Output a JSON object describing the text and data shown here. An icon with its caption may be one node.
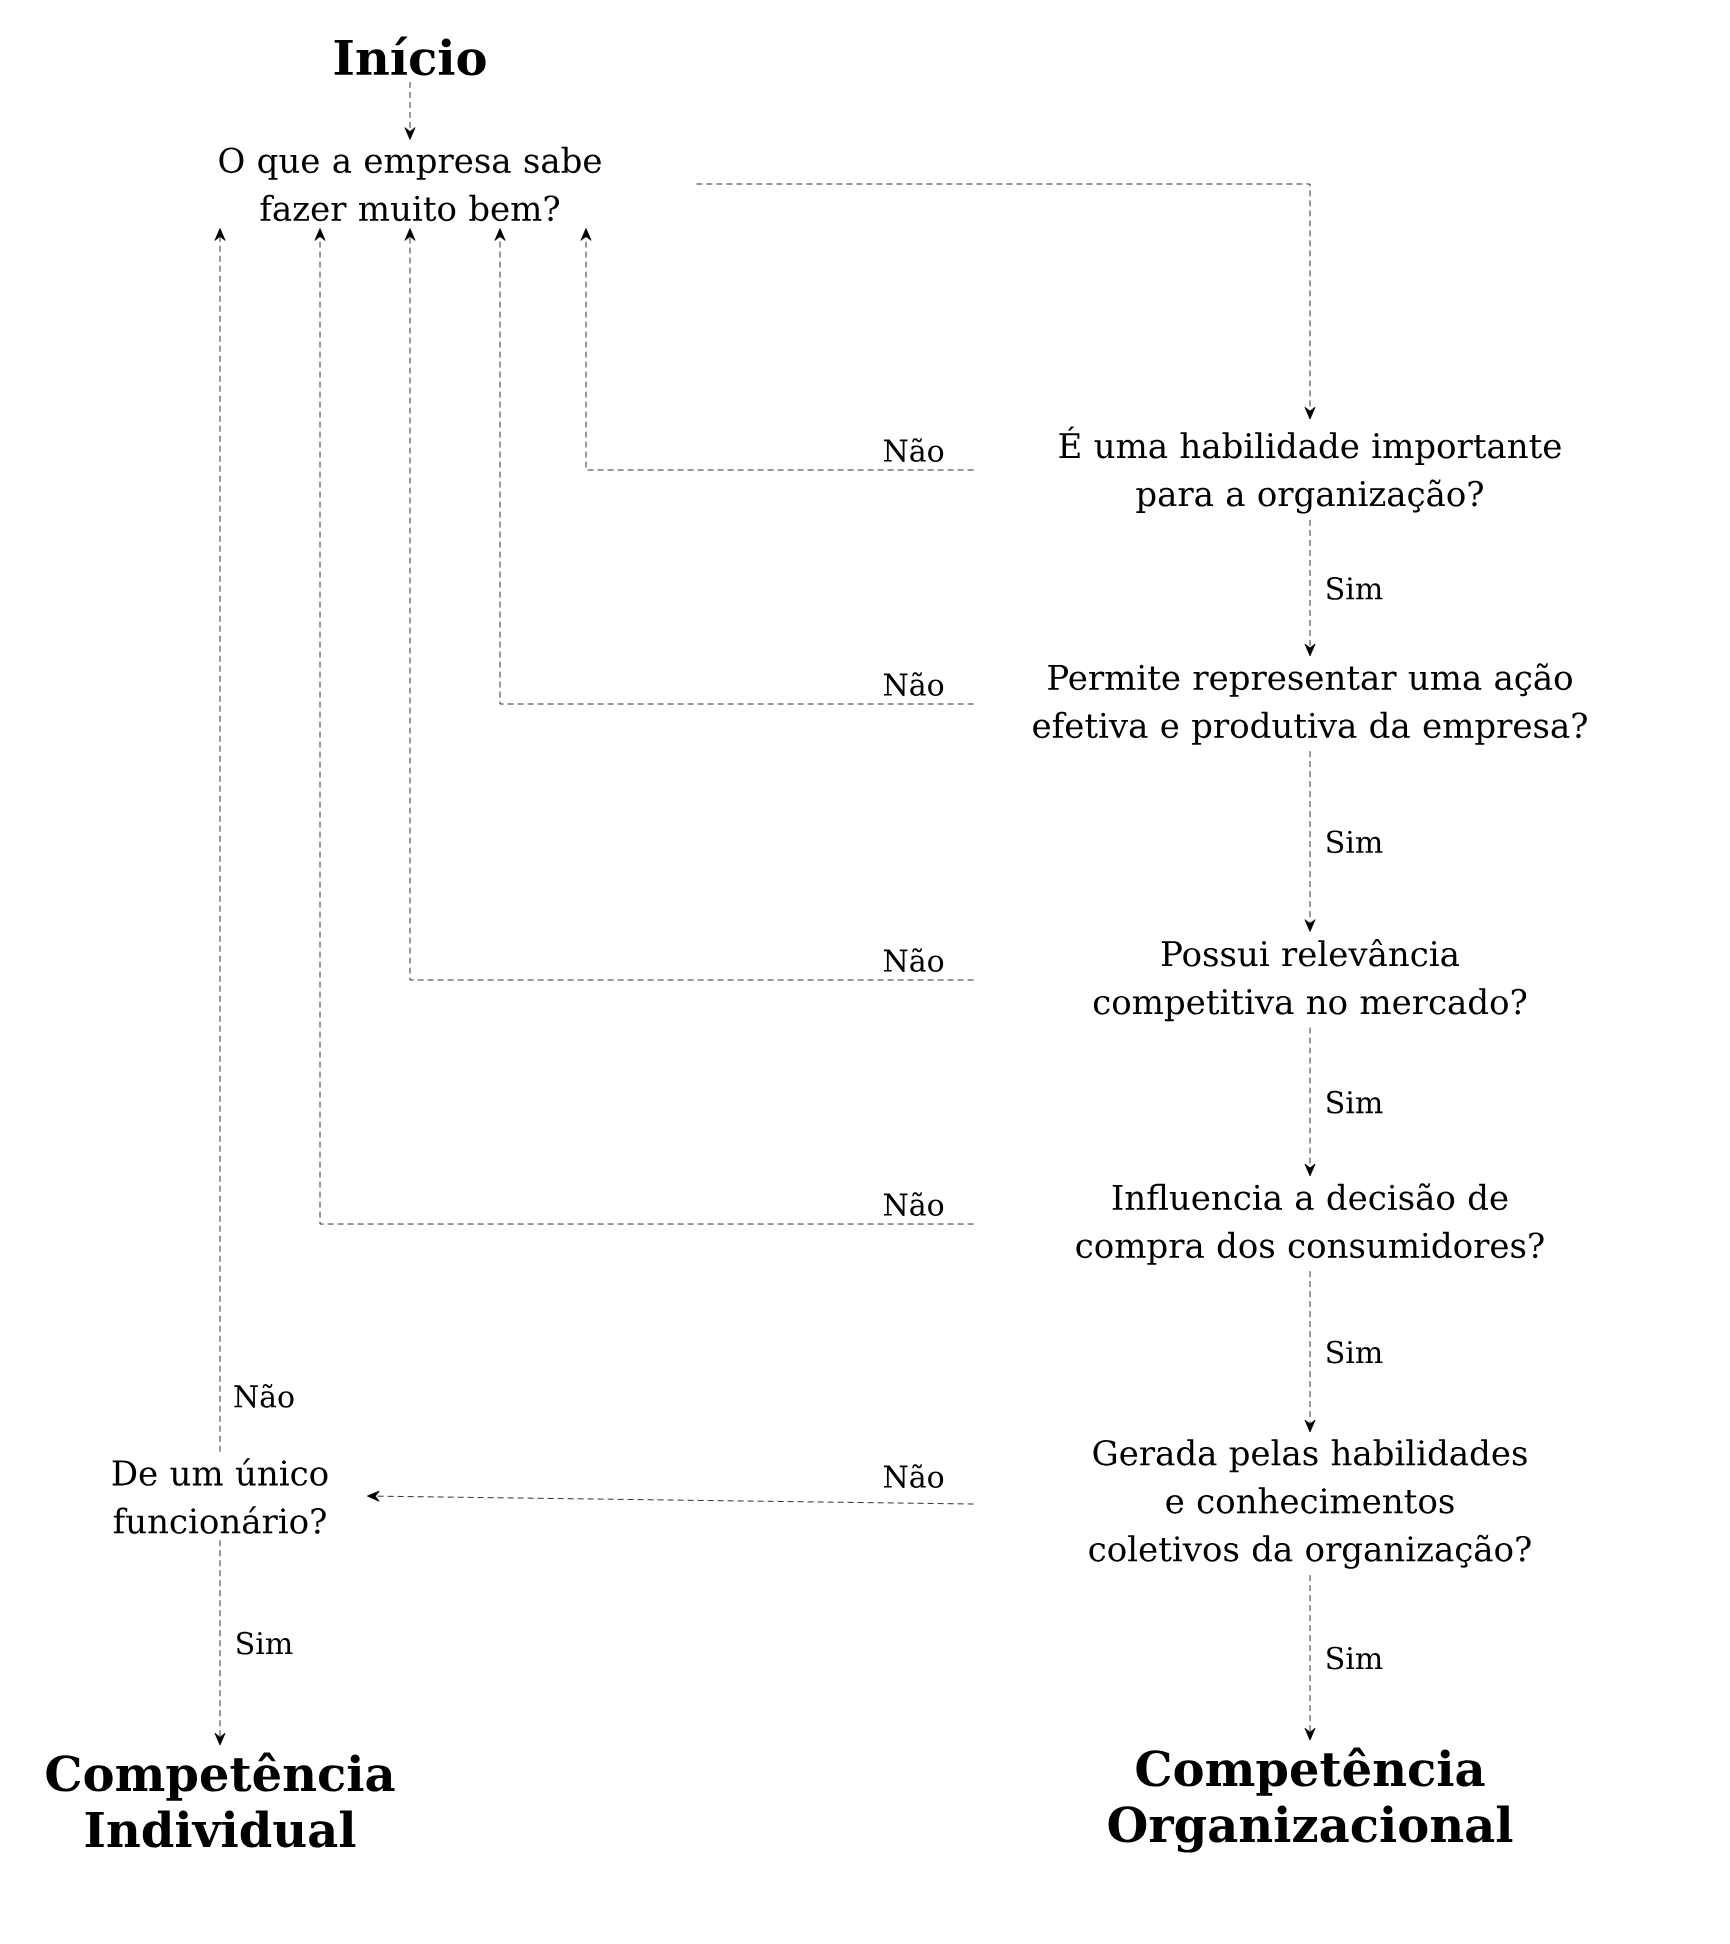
{
  "diagram": {
    "nodes": [
      {
        "text": [
          "Início"
        ]
      },
      {
        "text": [
          "O que a empresa sabe fazer muito bem?"
        ]
      },
      {
        "text": [
          "É uma habilidade importante para a organização?"
        ]
      },
      {
        "text": [
          "Permite representar uma ação efetiva e produtiva da empresa?"
        ]
      },
      {
        "text": [
          "Possui relevância competitiva no mercado?"
        ]
      },
      {
        "text": [
          "Influencia a decisão de compra dos consumidores?"
        ]
      },
      {
        "text": [
          "Gerada pelas habilidades e conhecimentos coletivos da organização?"
        ]
      },
      {
        "text": [
          "De um único funcionário?"
        ]
      },
      {
        "text": [
          "Competência Individual"
        ]
      },
      {
        "text": [
          "Competência Organizacional"
        ]
      }
    ],
    "edges": [
      {
        "from": 0,
        "to": 1,
        "arrow": "to"
      },
      {
        "from": 1,
        "to": 2,
        "arrow": "to"
      },
      {
        "from": 2,
        "to": 3,
        "arrow": "to",
        "label": "Sim"
      },
      {
        "from": 2,
        "to": 1,
        "arrow": "to",
        "label": "Não"
      },
      {
        "from": 3,
        "to": 4,
        "arrow": "to",
        "label": "Sim"
      },
      {
        "from": 3,
        "to": 1,
        "arrow": "to",
        "label": "Não"
      },
      {
        "from": 4,
        "to": 5,
        "arrow": "to",
        "label": "Sim"
      },
      {
        "from": 4,
        "to": 1,
        "arrow": "to",
        "label": "Não"
      },
      {
        "from": 5,
        "to": 6,
        "arrow": "to",
        "label": "Sim"
      },
      {
        "from": 5,
        "to": 1,
        "arrow": "to",
        "label": "Não"
      },
      {
        "from": 6,
        "to": 9,
        "arrow": "to",
        "label": "Sim"
      },
      {
        "from": 6,
        "to": 7,
        "arrow": "to",
        "label": "Não"
      },
      {
        "from": 7,
        "to": 1,
        "arrow": "to",
        "label": "Não"
      },
      {
        "from": 7,
        "to": 8,
        "arrow": "to",
        "label": "Sim"
      }
    ]
  }
}
